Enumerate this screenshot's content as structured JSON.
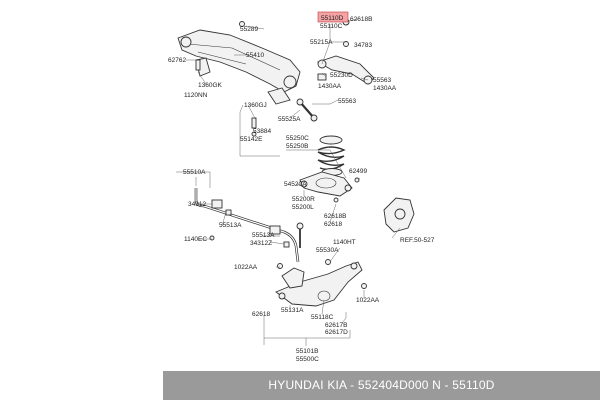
{
  "labels": {
    "p55110d": "55110D",
    "p55110c_top": "55110C",
    "p62618b_top": "62618B",
    "p55289": "55289",
    "p55215a": "55215A",
    "p34783": "34783",
    "p55410": "55410",
    "p62762": "62762",
    "p1360gk": "1360GK",
    "p1120nn": "1120NN",
    "p55230d": "55230D",
    "p55563_a": "55563",
    "p1430aa_a": "1430AA",
    "p1430aa_b": "1430AA",
    "p55563_b": "55563",
    "p1360gj": "1360GJ",
    "p53884": "53884",
    "p55142e": "55142E",
    "p55525a": "55525A",
    "p55250c": "55250C",
    "p55250b": "55250B",
    "p62499": "62499",
    "p55510a": "55510A",
    "p54520a": "54520A",
    "p34312": "34312",
    "p55200r": "55200R",
    "p55200l": "55200L",
    "p55513a_a": "55513A",
    "p62618b_mid": "62618B",
    "p62618_mid": "62618",
    "p55513a_b": "55513A",
    "p34312z": "34312Z",
    "p1140ec": "1140EC",
    "pref": "REF.50-527",
    "p1140ht": "1140HT",
    "p55530a": "55530A",
    "p1022aa_a": "1022AA",
    "p1022aa_b": "1022AA",
    "p62618_low": "62618",
    "p55131a": "55131A",
    "p55118c": "55118C",
    "p62617b": "62617B",
    "p62617d": "62617D",
    "p55101b": "55101B",
    "p55500c": "55500C"
  },
  "footer": {
    "caption": "HYUNDAI  KIA - 552404D000     N - 55110D"
  },
  "colors": {
    "highlight_fill": "#f3a3a3",
    "highlight_stroke": "#c23a3a",
    "footer_bg": "#9a9a9a"
  }
}
